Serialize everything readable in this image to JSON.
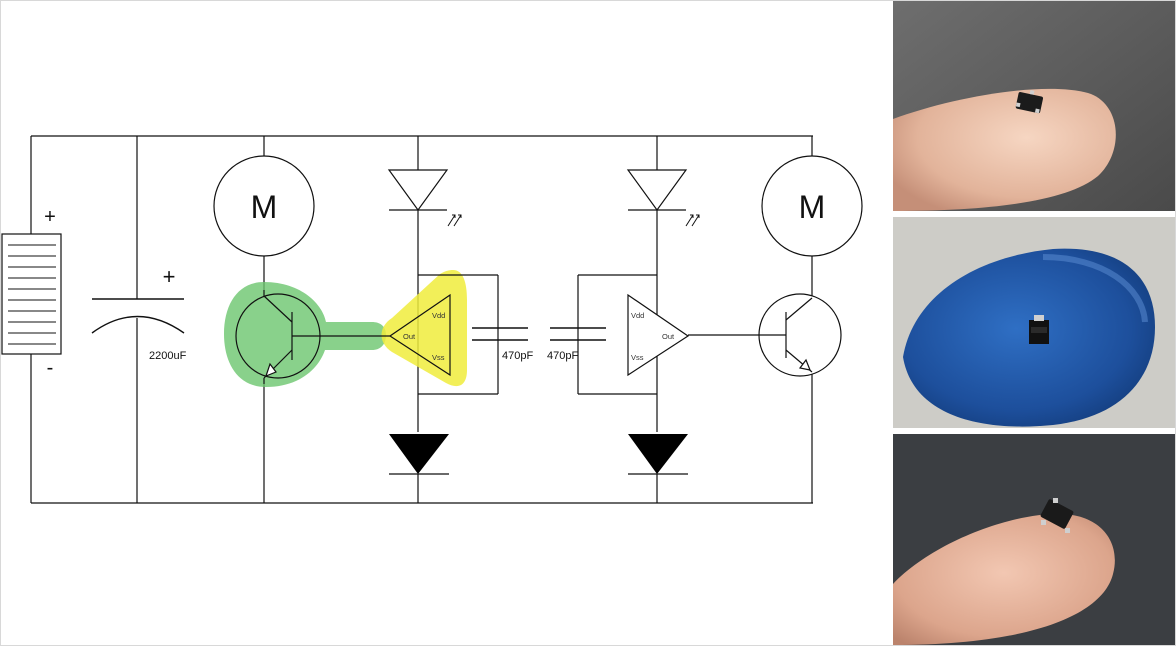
{
  "schematic": {
    "battery": {
      "plus": "+",
      "minus": "-"
    },
    "capacitor_main": {
      "polarity": "+",
      "value": "2200uF"
    },
    "motor_left": {
      "label": "M"
    },
    "motor_right": {
      "label": "M"
    },
    "comparator_left": {
      "out": "Out",
      "vdd": "Vdd",
      "vss": "Vss"
    },
    "comparator_right": {
      "out": "Out",
      "vdd": "Vdd",
      "vss": "Vss"
    },
    "coupling_cap_left": {
      "value": "470pF"
    },
    "coupling_cap_right": {
      "value": "470pF"
    },
    "colors": {
      "wire": "#111111",
      "highlight_transistor": "#6cc56e",
      "highlight_comparator": "#f0ec3c",
      "diode_fill": "#000000"
    }
  },
  "photos": [
    {
      "subject": "tiny SOT-23 chip on fingertip",
      "background": "#5a5a5a"
    },
    {
      "subject": "chip on blue putty",
      "background": "#c9c9c5"
    },
    {
      "subject": "chip on fingertip, close-up",
      "background": "#3c3f43"
    }
  ]
}
